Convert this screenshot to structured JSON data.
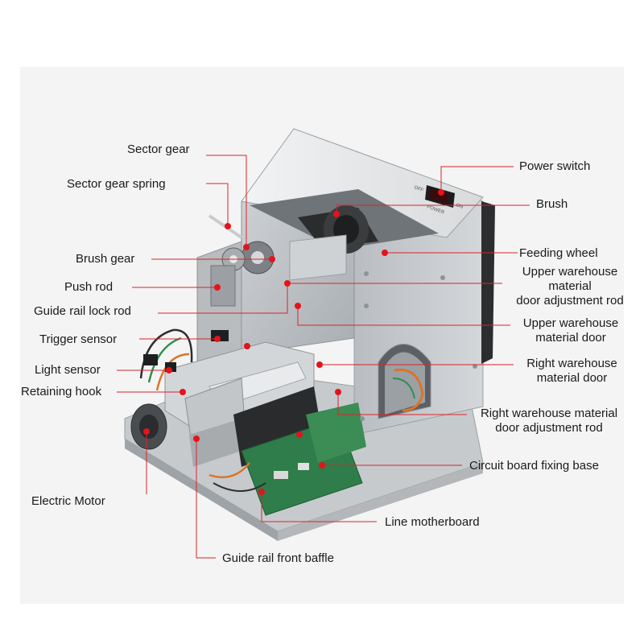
{
  "labels": {
    "sector_gear": "Sector gear",
    "sector_gear_spring": "Sector gear spring",
    "brush_gear": "Brush gear",
    "push_rod": "Push rod",
    "guide_rail_lock_rod": "Guide rail lock rod",
    "trigger_sensor": "Trigger sensor",
    "light_sensor": "Light sensor",
    "retaining_hook": "Retaining hook",
    "electric_motor": "Electric Motor",
    "guide_rail_front_baffle": "Guide rail front baffle",
    "power_switch": "Power switch",
    "brush": "Brush",
    "feeding_wheel": "Feeding wheel",
    "upper_door_adjust_1": "Upper warehouse",
    "upper_door_adjust_2": "material",
    "upper_door_adjust_3": "door adjustment rod",
    "upper_door_1": "Upper warehouse",
    "upper_door_2": "material door",
    "right_door_1": "Right warehouse",
    "right_door_2": "material door",
    "right_door_adjust_1": "Right warehouse material",
    "right_door_adjust_2": "door adjustment rod",
    "circuit_board_base": "Circuit board fixing base",
    "line_motherboard": "Line motherboard"
  },
  "switch_text": {
    "off": "OFF",
    "power": "POWER",
    "on": "ON"
  },
  "colors": {
    "leader_line": "#d9242a",
    "marker": "#e3141b",
    "metal_light": "#dfe1e3",
    "metal_mid": "#bfc3c6",
    "metal_dark": "#8e9397",
    "pcb_green": "#2f7d4a"
  }
}
